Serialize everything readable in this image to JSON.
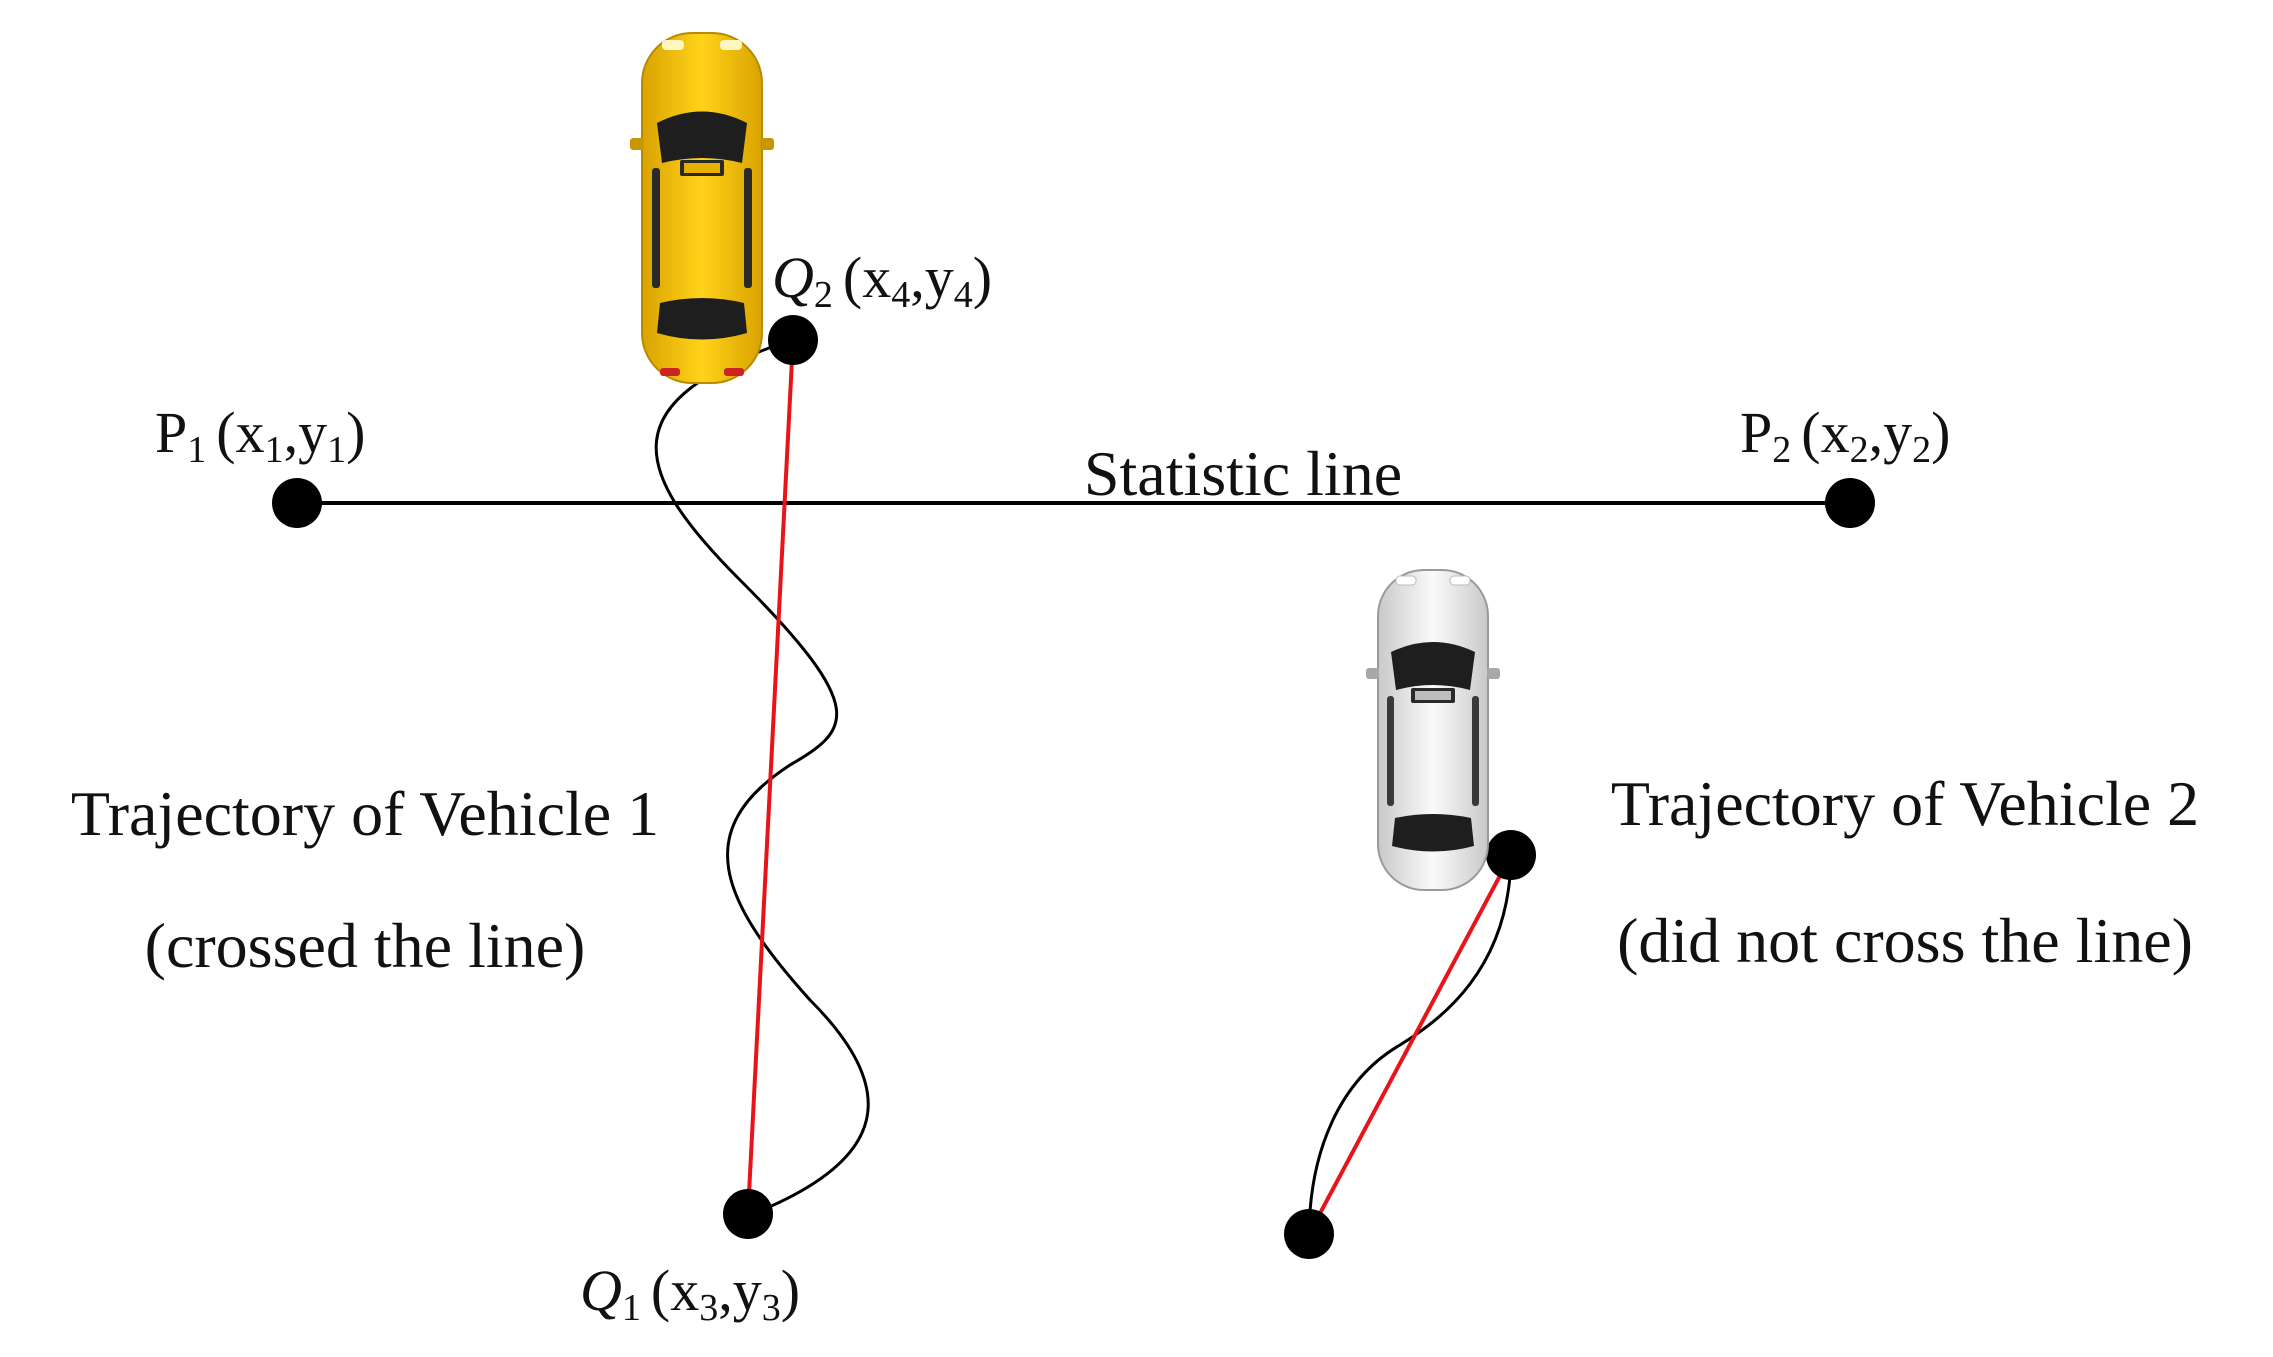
{
  "statistic_line": {
    "label": "Statistic line"
  },
  "points": {
    "p1": {
      "letter": "P",
      "sub": "1",
      "coords": [
        "x",
        "1",
        "y",
        "1"
      ]
    },
    "p2": {
      "letter": "P",
      "sub": "2",
      "coords": [
        "x",
        "2",
        "y",
        "2"
      ]
    },
    "q1": {
      "letter": "Q",
      "sub": "1",
      "coords": [
        "x",
        "3",
        "y",
        "3"
      ]
    },
    "q2": {
      "letter": "Q",
      "sub": "2",
      "coords": [
        "x",
        "4",
        "y",
        "4"
      ]
    }
  },
  "vehicle1": {
    "label_line1": "Trajectory of Vehicle 1",
    "label_line2": "(crossed the line)",
    "car_color": "#f5c400"
  },
  "vehicle2": {
    "label_line1": "Trajectory of Vehicle 2",
    "label_line2": "(did not cross the line)",
    "car_color": "#e6e6e6"
  },
  "colors": {
    "chord": "#e8141a",
    "trajectory": "#000000",
    "point": "#000000"
  }
}
